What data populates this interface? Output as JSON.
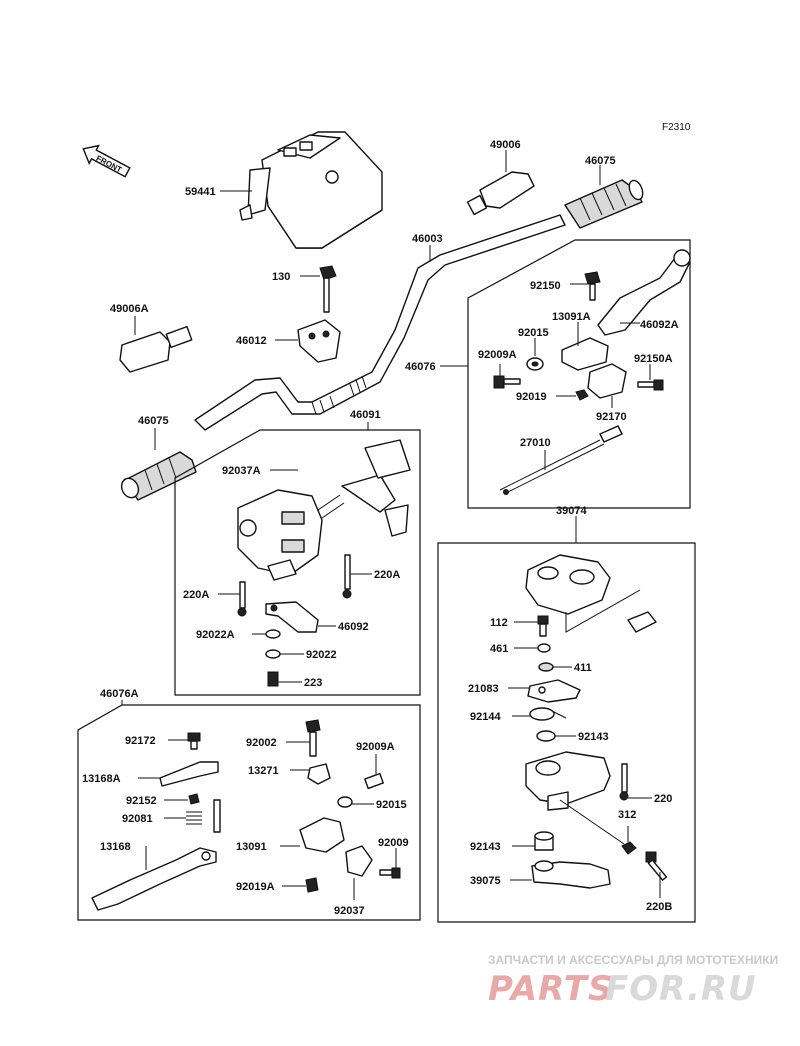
{
  "diagram": {
    "ref_code": "F2310",
    "front_label": "FRONT",
    "labels": {
      "l59441": "59441",
      "l49006": "49006",
      "l46075a": "46075",
      "l46003": "46003",
      "l130": "130",
      "l92150": "92150",
      "l13091A": "13091A",
      "l46092A": "46092A",
      "l92015a": "92015",
      "l49006A": "49006A",
      "l46012": "46012",
      "l92009A": "92009A",
      "l46076": "46076",
      "l92150A": "92150A",
      "l92019a": "92019",
      "l92170": "92170",
      "l46075b": "46075",
      "l46091": "46091",
      "l27010": "27010",
      "l92037A": "92037A",
      "l39074": "39074",
      "l220Aa": "220A",
      "l220Ab": "220A",
      "l112": "112",
      "l92022A": "92022A",
      "l46092": "46092",
      "l461": "461",
      "l411": "411",
      "l92022": "92022",
      "l223": "223",
      "l21083": "21083",
      "l46076A": "46076A",
      "l92144": "92144",
      "l92172": "92172",
      "l92002": "92002",
      "l92143a": "92143",
      "l92009Ab": "92009A",
      "l13271": "13271",
      "l13168A": "13168A",
      "l220": "220",
      "l92152": "92152",
      "l92015b": "92015",
      "l92081": "92081",
      "l312": "312",
      "l13168": "13168",
      "l13091": "13091",
      "l92009": "92009",
      "l92143b": "92143",
      "l92019Ab": "92019A",
      "l39075": "39075",
      "l92037": "92037",
      "l220B": "220B"
    }
  },
  "watermark": {
    "tagline": "ЗАПЧАСТИ И АКСЕССУАРЫ ДЛЯ МОТОТЕХНИКИ",
    "brand_left": "PARTS",
    "brand_right": "FOR.RU",
    "brand_left_color": "#e8a9a9",
    "brand_right_color": "#d9d9d9"
  }
}
